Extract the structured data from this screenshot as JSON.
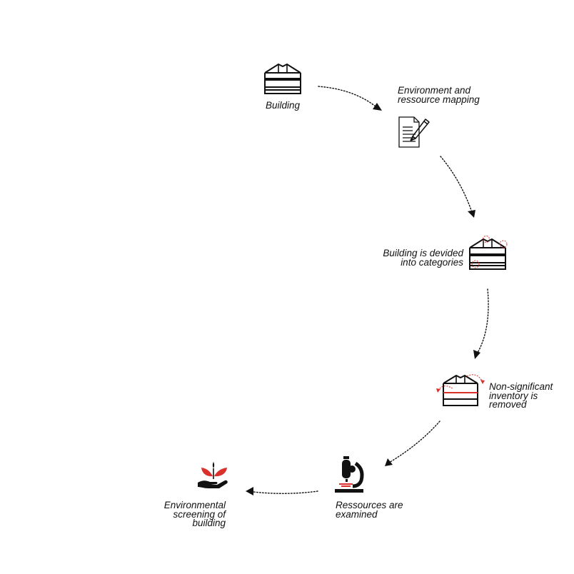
{
  "colors": {
    "ink": "#111111",
    "accent": "#d9312b"
  },
  "steps": [
    {
      "id": "building",
      "icon": "building-icon",
      "label_lines": [
        "Building"
      ]
    },
    {
      "id": "mapping",
      "icon": "document-pen-icon",
      "label_lines": [
        "Environment and",
        "ressource mapping"
      ]
    },
    {
      "id": "categories",
      "icon": "building-categories-icon",
      "label_lines": [
        "Building is devided",
        "into categories"
      ]
    },
    {
      "id": "removed",
      "icon": "building-removal-icon",
      "label_lines": [
        "Non-significant",
        "inventory is",
        "removed"
      ]
    },
    {
      "id": "examined",
      "icon": "microscope-icon",
      "label_lines": [
        "Ressources are",
        "examined"
      ]
    },
    {
      "id": "screening",
      "icon": "hand-plant-icon",
      "label_lines": [
        "Environmental",
        "screening of",
        "building"
      ]
    }
  ]
}
